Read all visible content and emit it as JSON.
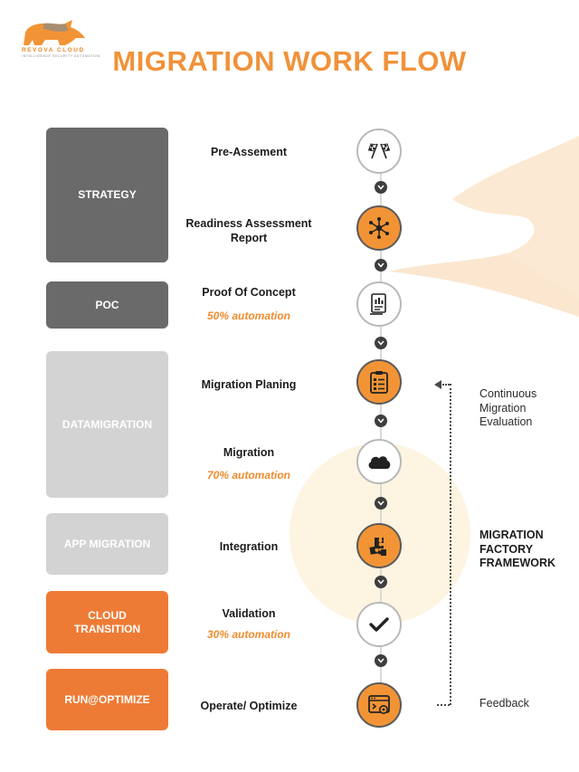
{
  "logo": {
    "name": "REVOVA CLOUD",
    "tagline": "INTELLIGENCE SECURITY AUTOMATION"
  },
  "title": "MIGRATION WORK FLOW",
  "phases": [
    {
      "label": "STRATEGY"
    },
    {
      "label": "POC"
    },
    {
      "label": "DATAMIGRATION"
    },
    {
      "label": "APP MIGRATION"
    },
    {
      "label": "CLOUD TRANSITION"
    },
    {
      "label": "RUN@OPTIMIZE"
    }
  ],
  "steps": [
    {
      "label": "Pre-Assement",
      "automation": "",
      "icon": "checkered-flags-icon"
    },
    {
      "label": "Readiness Assessment Report",
      "automation": "",
      "icon": "network-hub-icon"
    },
    {
      "label": "Proof Of Concept",
      "automation": "50% automation",
      "icon": "document-chart-icon"
    },
    {
      "label": "Migration Planing",
      "automation": "",
      "icon": "clipboard-checklist-icon"
    },
    {
      "label": "Migration",
      "automation": "70% automation",
      "icon": "cloud-icon"
    },
    {
      "label": "Integration",
      "automation": "",
      "icon": "puzzle-pieces-icon"
    },
    {
      "label": "Validation",
      "automation": "30% automation",
      "icon": "checkmark-icon"
    },
    {
      "label": "Operate/ Optimize",
      "automation": "",
      "icon": "browser-gear-icon"
    }
  ],
  "side": {
    "continuous": "Continuous Migration Evaluation",
    "framework": "MIGRATION FACTORY FRAMEWORK",
    "feedback": "Feedback"
  },
  "colors": {
    "accent": "#f0923a",
    "phase_dark": "#6a6a6a",
    "phase_light": "#d3d3d3",
    "phase_orange": "#ee7b35"
  }
}
